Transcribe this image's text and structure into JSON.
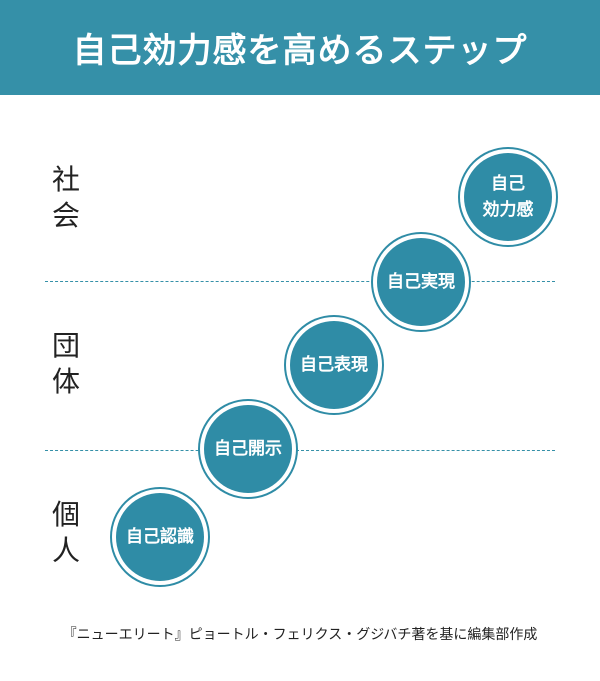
{
  "title": "自己効力感を高めるステップ",
  "levels": [
    {
      "line1": "社",
      "line2": "会"
    },
    {
      "line1": "団",
      "line2": "体"
    },
    {
      "line1": "個",
      "line2": "人"
    }
  ],
  "steps": [
    {
      "label": "自己認識"
    },
    {
      "label": "自己開示"
    },
    {
      "label": "自己表現"
    },
    {
      "label": "自己実現"
    },
    {
      "line1": "自己",
      "line2": "効力感"
    }
  ],
  "caption": "『ニューエリート』ピョートル・フェリクス・グジバチ著を基に編集部作成",
  "colors": {
    "accent": "#3590a8"
  }
}
